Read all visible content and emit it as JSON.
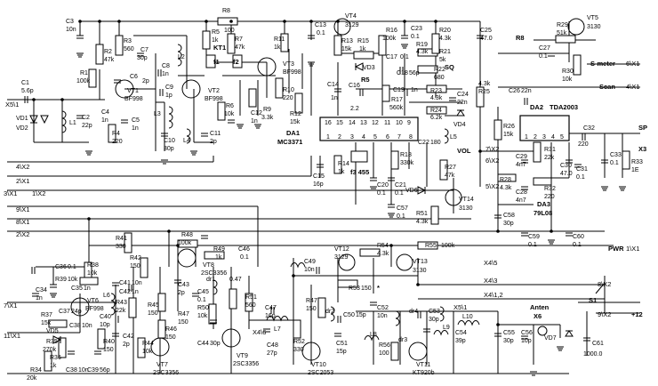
{
  "labels": {
    "C3": "C3",
    "C3v": "10n",
    "R2": "R2",
    "R2v": "47k",
    "R3": "R3",
    "R3v": "560",
    "R1": "R1",
    "R1v": "100k",
    "C1": "C1",
    "C1v": "5.6p",
    "X5_1": "X5\\1",
    "VD1": "VD1",
    "VD2": "VD2",
    "L1": "L1",
    "C2": "C2",
    "C2v": "22p",
    "C4": "C4",
    "C4v": "1n",
    "R4": "R4",
    "R4v": "220",
    "C5": "C5",
    "C5v": "1n",
    "VT1": "VT1",
    "VT1t": "BF998",
    "C6": "C6",
    "C6v": "2p",
    "C7": "C7",
    "C7v": "30p",
    "L2": "L2",
    "C8": "C8",
    "C8v": "1n",
    "C9": "C9",
    "C9v": "1p",
    "L3": "L3",
    "L4": "L4",
    "C10": "C10",
    "C10v": "30p",
    "C11": "C11",
    "C11v": "2p",
    "R5": "R5",
    "R5v": "1k",
    "KT1": "KT1",
    "R8": "R8",
    "R8v": "100",
    "R7": "R7",
    "R7v": "47k",
    "f1": "f1",
    "f2": "f2",
    "VT2": "VT2",
    "VT2t": "BF998",
    "R6": "R6",
    "R6v": "10k",
    "C12": "C12",
    "C12v": "1n",
    "R9": "R9",
    "R9v": "3.3k",
    "R10": "R10",
    "R10v": "220",
    "VT3": "VT3",
    "VT3t": "BF998",
    "R11": "R11",
    "R11v": "1k",
    "R12": "R12",
    "R12v": "15k",
    "C13": "C13",
    "C13v": "0.1",
    "C14": "C14",
    "C14v": "1n",
    "DA1": "DA1",
    "DA1t": "MC3371",
    "VT4": "VT4",
    "VT4t": "3129",
    "R13": "R13",
    "R13v": "15k",
    "R15": "R15",
    "R15v": "1k",
    "VD3": "VD3",
    "C16": "C16",
    "C16v": "2.2",
    "R5b": "R5",
    "R16": "R16",
    "R16v": "100k",
    "C23": "C23",
    "C23v": "0.1",
    "C17": "C17",
    "C17v": "0.1",
    "C18": "C18",
    "C18v": "56p",
    "R17": "R17",
    "R17v": "560k",
    "C19": "C19",
    "C19v": "1n",
    "R19": "R19",
    "R19v": "4.3k",
    "R20": "R20",
    "R20v": "4.3k",
    "R21": "R21",
    "R21v": "5k",
    "SQ": "SQ",
    "R22": "R22",
    "R22v": "680",
    "R23": "R23",
    "R23v": "4.3k",
    "R24": "R24",
    "R24v": "6.2k",
    "C24": "C24",
    "C24v": "22n",
    "VD4": "VD4",
    "R25": "R25",
    "R25v": "4.3k",
    "C25": "C25",
    "C25v": "47.0",
    "R8b": "R8",
    "C27": "C27",
    "C27v": "0.1",
    "R29": "R29",
    "R29v": "51k",
    "VT5": "VT5",
    "VT5t": "3130",
    "R30": "R30",
    "R30v": "10k",
    "Smeter": "S-meter",
    "Smeter_port": "6\\X1",
    "Scan": "Scan",
    "Scan_port": "4\\X1",
    "C26": "C26",
    "C26v": "22n",
    "DA2": "DA2",
    "DA2t": "TDA2003",
    "R26": "R26",
    "R26v": "15k",
    "C32": "C32",
    "C32v": "220",
    "SP": "SP",
    "X3": "X3",
    "p7_X2": "7\\X2",
    "p6_X2": "6\\X2",
    "p5_X2": "5\\X2",
    "C29": "C29",
    "C29v": "4n7",
    "R31": "R31",
    "R31v": "22k",
    "C30": "C30",
    "C30v": "47.0",
    "C31": "C31",
    "C31v": "0.1",
    "C33": "C33",
    "C33v": "0.1",
    "R33": "R33",
    "R33v": "1E",
    "R28": "R28",
    "R28v": "4.3k",
    "C28": "C28",
    "C28v": "4n7",
    "R32": "R32",
    "R32v": "220",
    "DA3": "DA3",
    "DA3t": "79L08",
    "C58": "C58",
    "C58v": "30p",
    "C59": "C59",
    "C59v": "0.1",
    "C60": "C60",
    "C60v": "0.1",
    "PWR": "PWR",
    "PWR_port": "1\\X1",
    "VOL": "VOL",
    "R14": "R14",
    "R14v": "1k",
    "C15": "C15",
    "C15v": "16p",
    "f3": "f3 455",
    "R18": "R18",
    "R18v": "330k",
    "C22": "C22",
    "C22v": "180",
    "L5": "L5",
    "R27": "R27",
    "R27v": "47k",
    "C20": "C20",
    "C20v": "0.1",
    "C21": "C21",
    "C21v": "0.1",
    "VD6": "VD6",
    "C57": "C57",
    "C57v": "0.1",
    "R51": "R51",
    "R51v": "4.3k",
    "VT14": "VT14",
    "VT14t": "3130",
    "p4_X2": "4\\X2",
    "p2_X1": "2\\X1",
    "p3_X1": "3\\X1",
    "p1_X2": "1\\X2",
    "p9_X1": "9\\X1",
    "p8_X1": "8\\X1",
    "p2_X2": "2\\X2",
    "R41": "R41",
    "R41v": "330",
    "R48": "R48",
    "R48v": "100k",
    "R49": "R49",
    "R49v": "1k",
    "C46": "C46",
    "C46v": "0.1",
    "R42": "R42",
    "R42v": "150",
    "VT8": "VT8",
    "VT8t": "2SC3356",
    "C43": "C43",
    "C43v": "2p",
    "dr1": "dr1",
    "dr1v": "0.47",
    "C45": "C45",
    "C45v": "0.1",
    "R51b": "R51",
    "R51bv": "560",
    "C36": "C36",
    "C36v": "0.1",
    "R38": "R38",
    "R38v": "10k",
    "R39": "R39",
    "R39v": "10k",
    "C35": "C35",
    "C35v": "1n",
    "L6": "L6",
    "C41": "C41",
    "C41v": "10n",
    "C42": "C42",
    "C42v": "1n",
    "R43": "R43",
    "R43v": "22k",
    "R45": "R45",
    "R45v": "150",
    "R47": "R47",
    "R47v": "150",
    "R50": "R50",
    "R50v": "10k",
    "C34": "C34",
    "C34v": "1n",
    "VT6": "VT6",
    "VT6t": "BF998",
    "p7_X1": "7\\X1",
    "R37": "R37",
    "R37v": "15k",
    "C37": "C37",
    "C37v": "24p",
    "C38": "C38",
    "C38v": "10n",
    "C40": "C40",
    "C40v": "10p",
    "p11_X1": "11\\X1",
    "VD5": "VD5",
    "R35": "R35",
    "R35v": "270k",
    "R36": "R36",
    "R36v": "1k",
    "R34": "R34",
    "R34v": "20k",
    "C39": "C39",
    "C39v": "56p",
    "R40": "R40",
    "R40v": "150",
    "C42b": "C42",
    "C42bv": "2p",
    "R44": "R44",
    "R44v": "10k",
    "VT7": "VT7",
    "VT7t": "2SC3356",
    "R46": "R46",
    "R46v": "150",
    "C44": "C44",
    "C44v": "30p",
    "VT9": "VT9",
    "VT9t": "2SC3356",
    "p4_6": "X4\\6",
    "C47": "C47",
    "C47v": "16p",
    "C48": "C48",
    "C48v": "27p",
    "L7": "L7",
    "R52": "R52",
    "R52v": "330",
    "C49": "C49",
    "C49v": "10n",
    "R47b": "R47",
    "R47bv": "150",
    "dr2": "dr2",
    "C50": "C50",
    "C50v": "15p",
    "C51": "C51",
    "C51v": "15p",
    "VT10": "VT10",
    "VT10t": "2SC2053",
    "L8": "L8",
    "R56": "R56",
    "R56v": "100",
    "dr3": "dr3",
    "VT12": "VT12",
    "VT12t": "3129",
    "R54": "R54",
    "R54v": "4.3k",
    "R53": "R53",
    "R53v": "150",
    "star": "*",
    "VT13": "VT13",
    "VT13t": "3130",
    "R55": "R55",
    "R55v": "100k",
    "X4_5": "X4\\5",
    "X4_3": "X4\\3",
    "X4_12": "X4\\1,2",
    "C52": "C52",
    "C52v": "10n",
    "dr4": "dr4",
    "C53": "C53",
    "C53v": "30p",
    "X5_1b": "X5\\1",
    "L9": "L9",
    "L10": "L10",
    "C54": "C54",
    "C54v": "39p",
    "VT11": "VT11",
    "VT11t": "KT920b",
    "C55": "C55",
    "C55v": "30p",
    "C56": "C56",
    "C56v": "10p",
    "Anten": "Anten",
    "X6": "X6",
    "VD7": "VD7",
    "p8_X2": "8\\X2",
    "S1": "S1",
    "p9_X2": "9\\X2",
    "plus12": "+12",
    "C61": "C61",
    "C61v": "1000.0",
    "pin16": "16",
    "pin15": "15",
    "pin14": "14",
    "pin13": "13",
    "pin12": "12",
    "pin11": "11",
    "pin10": "10",
    "pin9": "9",
    "pin1": "1",
    "pin2": "2",
    "pin3": "3",
    "pin4": "4",
    "pin5": "5",
    "pin6": "6",
    "pin7": "7",
    "pin8": "8",
    "da2p1": "1",
    "da2p2": "2",
    "da2p3": "3",
    "da2p4": "4",
    "da2p5": "5"
  }
}
